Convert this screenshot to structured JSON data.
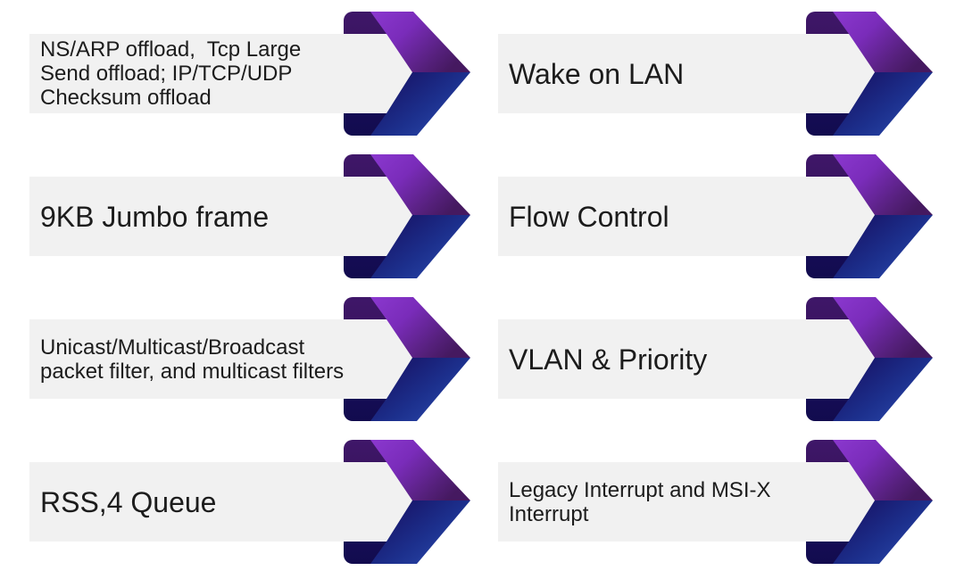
{
  "slide": {
    "background": "#ffffff",
    "columns": 2,
    "rows": 4
  },
  "colors": {
    "bar_background": "#f1f1f1",
    "text": "#1c1c1c",
    "spine_top_purple": "#3f1769",
    "spine_bottom_navy": "#120b4e",
    "wing_top_purple_start": "#8b38cf",
    "wing_top_purple_end": "#451960",
    "wing_bottom_blue_start": "#171062",
    "wing_bottom_blue_end": "#2e50b4"
  },
  "features": {
    "items": [
      {
        "label": "NS/ARP offload,  Tcp Large Send offload; IP/TCP/UDP Checksum offload",
        "column": "left",
        "row": 1
      },
      {
        "label": "Wake on LAN",
        "column": "right",
        "row": 1
      },
      {
        "label": "9KB Jumbo frame",
        "column": "left",
        "row": 2
      },
      {
        "label": "Flow Control",
        "column": "right",
        "row": 2
      },
      {
        "label": "Unicast/Multicast/Broadcast packet filter, and multicast filters",
        "column": "left",
        "row": 3
      },
      {
        "label": "VLAN & Priority",
        "column": "right",
        "row": 3
      },
      {
        "label": "RSS,4 Queue",
        "column": "left",
        "row": 4
      },
      {
        "label": "Legacy Interrupt and MSI-X Interrupt",
        "column": "right",
        "row": 4
      }
    ]
  }
}
